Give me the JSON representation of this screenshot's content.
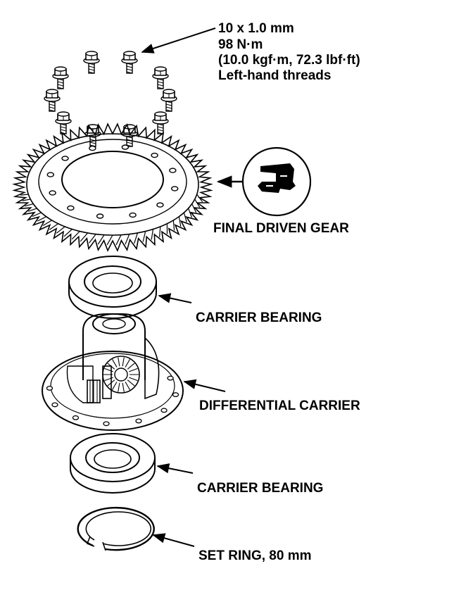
{
  "spec": {
    "size": "10 x 1.0 mm",
    "torque": "98 N·m",
    "torque_alt": "(10.0 kgf·m, 72.3 lbf·ft)",
    "thread": "Left-hand threads"
  },
  "labels": {
    "final_driven_gear": "FINAL DRIVEN GEAR",
    "carrier_bearing_top": "CARRIER BEARING",
    "differential_carrier": "DIFFERENTIAL CARRIER",
    "carrier_bearing_bottom": "CARRIER BEARING",
    "set_ring": "SET RING, 80 mm"
  }
}
